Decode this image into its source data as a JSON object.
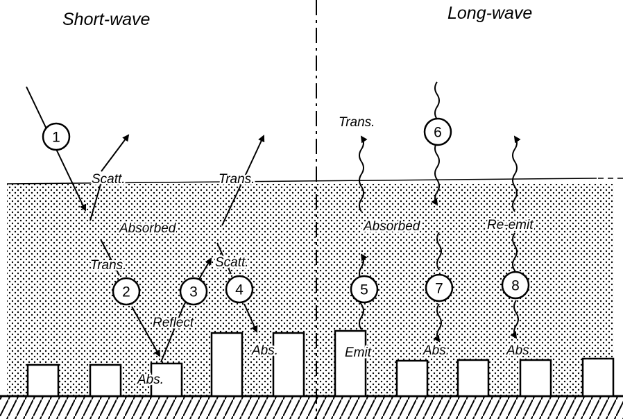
{
  "headers": {
    "left": "Short-wave",
    "right": "Long-wave"
  },
  "labels": {
    "scatt_top": "Scatt.",
    "trans_top_left": "Trans.",
    "absorbed_left": "Absorbed",
    "trans_mid": "Trans.",
    "scatt_mid": "Scatt.",
    "reflect": "Reflect",
    "abs_2": "Abs.",
    "abs_4": "Abs.",
    "trans_top_right": "Trans.",
    "absorbed_right": "Absorbed",
    "re_emit": "Re-emit",
    "emit": "Emit",
    "abs_7": "Abs.",
    "abs_8": "Abs."
  },
  "processes": [
    "1",
    "2",
    "3",
    "4",
    "5",
    "6",
    "7",
    "8"
  ]
}
